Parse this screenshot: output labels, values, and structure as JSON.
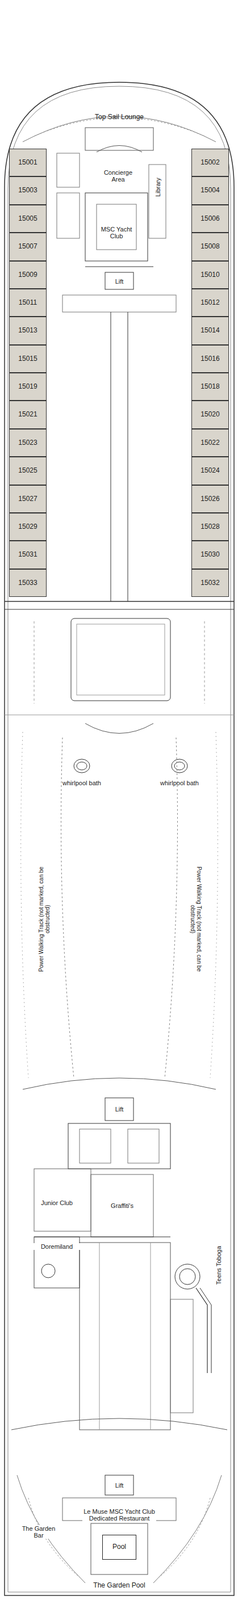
{
  "diagram": {
    "nodes": [
      {
        "text": [
          "15001"
        ]
      },
      {
        "text": [
          "15003"
        ]
      },
      {
        "text": [
          "15005"
        ]
      },
      {
        "text": [
          "15007"
        ]
      },
      {
        "text": [
          "15009"
        ]
      },
      {
        "text": [
          "15011"
        ]
      },
      {
        "text": [
          "15013"
        ]
      },
      {
        "text": [
          "15015"
        ]
      },
      {
        "text": [
          "15019"
        ]
      },
      {
        "text": [
          "15021"
        ]
      },
      {
        "text": [
          "15023"
        ]
      },
      {
        "text": [
          "15025"
        ]
      },
      {
        "text": [
          "15027"
        ]
      },
      {
        "text": [
          "15029"
        ]
      },
      {
        "text": [
          "15031"
        ]
      },
      {
        "text": [
          "15033"
        ]
      },
      {
        "text": [
          "15002"
        ]
      },
      {
        "text": [
          "15004"
        ]
      },
      {
        "text": [
          "15006"
        ]
      },
      {
        "text": [
          "15008"
        ]
      },
      {
        "text": [
          "15010"
        ]
      },
      {
        "text": [
          "15012"
        ]
      },
      {
        "text": [
          "15014"
        ]
      },
      {
        "text": [
          "15016"
        ]
      },
      {
        "text": [
          "15018"
        ]
      },
      {
        "text": [
          "15020"
        ]
      },
      {
        "text": [
          "15022"
        ]
      },
      {
        "text": [
          "15024"
        ]
      },
      {
        "text": [
          "15026"
        ]
      },
      {
        "text": [
          "15028"
        ]
      },
      {
        "text": [
          "15030"
        ]
      },
      {
        "text": [
          "15032"
        ]
      },
      {
        "text": [
          "Pool"
        ]
      }
    ],
    "labels": [
      "Top Sail Lounge",
      "Concierge Area",
      "Library",
      "MSC Yacht Club",
      "Lift",
      "whirlpool bath",
      "whirlpool bath",
      "Power Walking Track (not marked, can be obstructed)",
      "Power Walking Track (not marked, can be obstructed)",
      "Lift",
      "Junior Club",
      "Graffiti's",
      "Doremiland",
      "Teens Toboga",
      "Lift",
      "The Garden Bar",
      "Le Muse MSC Yacht Club Dedicated Restaurant",
      "The Garden Pool"
    ]
  }
}
